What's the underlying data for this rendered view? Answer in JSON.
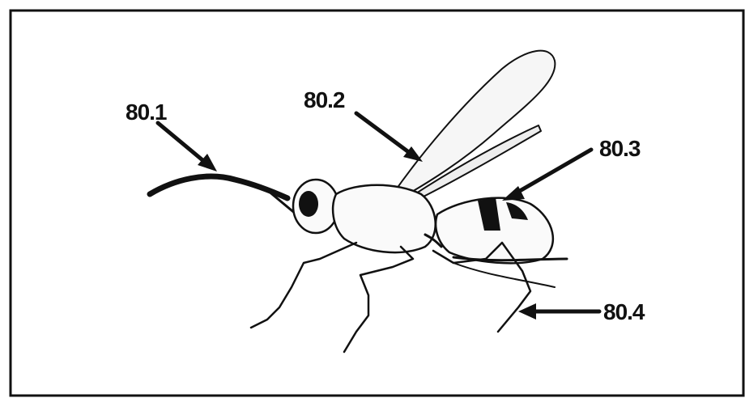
{
  "figure": {
    "subject": "wasp",
    "labels": [
      "80.1",
      "80.2",
      "80.3",
      "80.4"
    ],
    "line_color": "#111111",
    "paper_color": "#ffffff"
  }
}
